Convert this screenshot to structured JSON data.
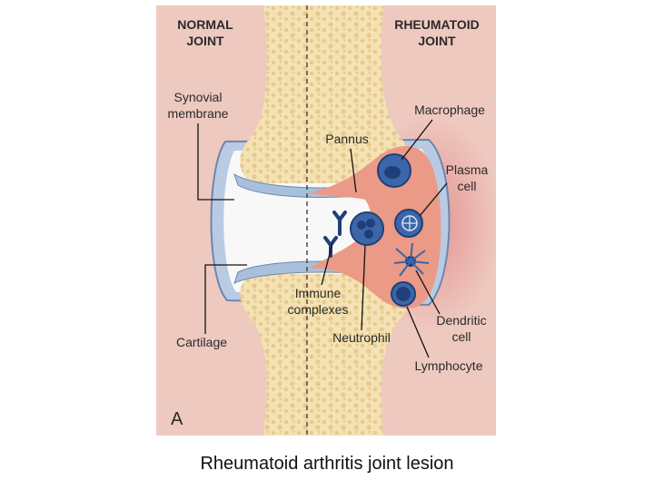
{
  "diagram": {
    "left_heading": [
      "NORMAL",
      "JOINT"
    ],
    "right_heading": [
      "RHEUMATOID",
      "JOINT"
    ],
    "panel_letter": "A",
    "labels": {
      "synovial_membrane": [
        "Synovial",
        "membrane"
      ],
      "cartilage": "Cartilage",
      "pannus": "Pannus",
      "macrophage": "Macrophage",
      "plasma_cell": [
        "Plasma",
        "cell"
      ],
      "immune_complexes": [
        "Immune",
        "complexes"
      ],
      "neutrophil": "Neutrophil",
      "dendritic_cell": [
        "Dendritic",
        "cell"
      ],
      "lymphocyte": "Lymphocyte"
    },
    "colors": {
      "background": "#eec9c0",
      "bone": "#f4e2b4",
      "bone_dots": "#e6c98e",
      "cartilage": "#a9c0dd",
      "joint_space": "#f8f8f8",
      "pannus": "#ea9a86",
      "cell_blue": "#3b67a8",
      "cell_dark": "#1f3f7a",
      "inflammation": "#e07f7f"
    }
  },
  "caption": "Rheumatoid arthritis joint lesion"
}
